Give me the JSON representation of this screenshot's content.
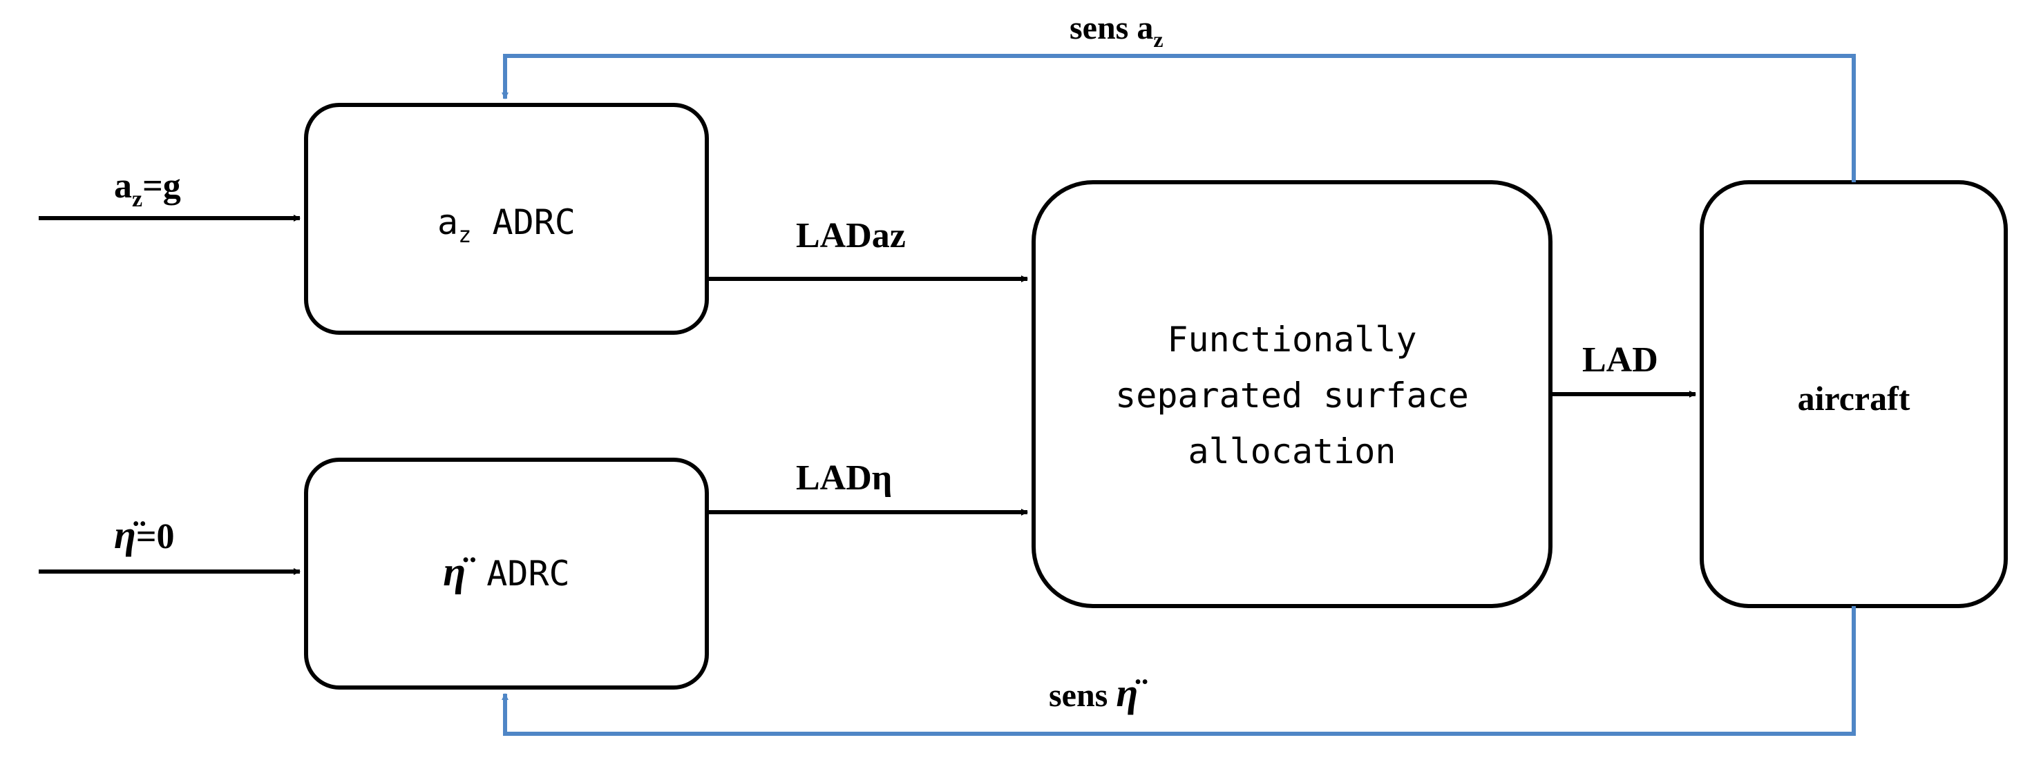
{
  "blocks": {
    "az_adrc": {
      "main": "a",
      "sub": "z",
      "suffix": " ADRC"
    },
    "eta_adrc": {
      "symbol": "η̈",
      "suffix": " ADRC"
    },
    "allocation": {
      "lines": [
        "Functionally",
        "separated surface",
        "allocation"
      ]
    },
    "aircraft": {
      "label": "aircraft"
    }
  },
  "signals": {
    "az_input": {
      "main": "a",
      "sub": "z",
      "suffix": "=g"
    },
    "eta_input": {
      "symbol": "η̈",
      "suffix": "=0"
    },
    "ladaz": "LADaz",
    "ladeta": "LADη",
    "lad": "LAD",
    "sens_az": {
      "prefix": "sens a",
      "sub": "z"
    },
    "sens_eta": {
      "prefix": "sens ",
      "symbol": "η̈"
    }
  },
  "colors": {
    "forward_line": "#000000",
    "feedback_line": "#4f86c6",
    "box_stroke": "#000000"
  }
}
